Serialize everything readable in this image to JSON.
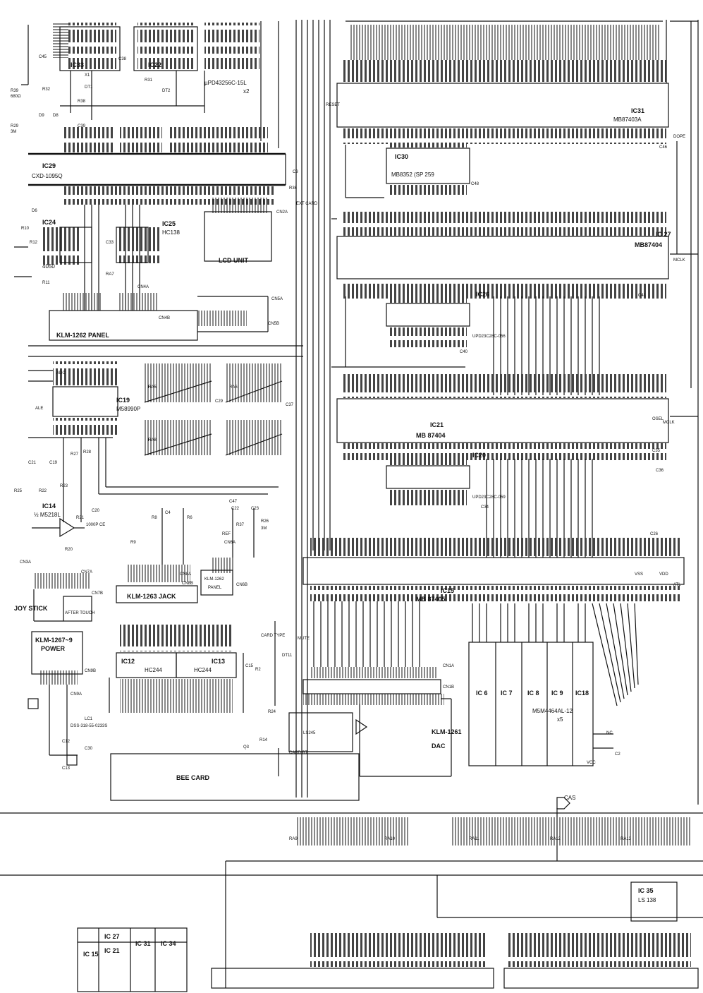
{
  "colors": {
    "ink": "#111111",
    "paper": "#ffffff"
  },
  "chips": [
    {
      "id": "ic27",
      "ref": "IC 27",
      "part": "MB87404",
      "ref_name": "ic27-ref",
      "part_name": "ic27-part"
    },
    {
      "id": "ic21",
      "ref": "IC21",
      "part": "MB 87404",
      "ref_name": "ic21-ref",
      "part_name": "ic21-part"
    },
    {
      "id": "ic15",
      "ref": "IC15",
      "part": "MB 87405",
      "ref_name": "ic15-ref",
      "part_name": "ic15-part"
    },
    {
      "id": "ic31",
      "ref": "IC31",
      "part": "MB87403A",
      "ref_name": "ic31-ref",
      "part_name": "ic31-part"
    },
    {
      "id": "ic30",
      "ref": "IC30",
      "part": "MB8352 (SP 259",
      "ref_name": "ic30-ref",
      "part_name": "ic30-part"
    },
    {
      "id": "ic26",
      "ref": "IC26",
      "part": "UPD23C28C-056",
      "ref_name": "ic26-ref",
      "part_name": "ic26-part"
    },
    {
      "id": "ic29",
      "ref": "IC29",
      "part": "CXD-1095Q",
      "ref_name": "ic29-ref",
      "part_name": "ic29-part"
    },
    {
      "id": "ic19",
      "ref": "IC19",
      "part": "M58990P",
      "ref_name": "ic19-ref",
      "part_name": "ic19-part"
    },
    {
      "id": "ic25",
      "ref": "IC25",
      "part": "HC138",
      "ref_name": "ic25-ref",
      "part_name": "ic25-part"
    },
    {
      "id": "ic24",
      "ref": "IC24",
      "part": "4050",
      "ref_name": "ic24-ref",
      "part_name": "ic24-part"
    },
    {
      "id": "ic33",
      "ref": "IC33",
      "part": "µPD43256C-15L",
      "ref_name": "ic33-ref",
      "part_name": "ic33-part"
    },
    {
      "id": "ic22",
      "ref": "IC22",
      "part": "x2",
      "ref_name": "ic22-ref",
      "part_name": "ic22-part"
    },
    {
      "id": "ic12",
      "ref": "IC12",
      "part": "HC244",
      "ref_name": "ic12-ref",
      "part_name": "ic12-part"
    },
    {
      "id": "ic13",
      "ref": "IC13",
      "part": "HC244",
      "ref_name": "ic13-ref",
      "part_name": "ic13-part"
    },
    {
      "id": "ic14",
      "ref": "IC14",
      "part": "½ M5218L",
      "ref_name": "ic14-ref",
      "part_name": "ic14-part"
    },
    {
      "id": "ic35",
      "ref": "IC 35",
      "part": "LS 138",
      "ref_name": "ic35-ref",
      "part_name": "ic35-part"
    },
    {
      "id": "ic20",
      "ref": "IC20",
      "part": "UPD23C28C-059",
      "ref_name": "ic20-ref",
      "part_name": "ic20-part"
    }
  ],
  "memory": {
    "ic6": "IC 6",
    "ic7": "IC 7",
    "ic8": "IC 8",
    "ic9": "IC 9",
    "ic18": "IC18",
    "part": "M5M4464AL-12",
    "qty": "x5"
  },
  "boards": {
    "panel_1262": "KLM-1262 PANEL",
    "jack_1263": "KLM-1263 JACK",
    "panel_1262_small": "KLM-1262",
    "panel_word": "PANEL",
    "power_1267": "KLM-1267~9",
    "power_word": "POWER",
    "dac_1261": "KLM-1261",
    "dac_word": "DAC",
    "lcd_unit": "LCD UNIT",
    "bee_card": "BEE CARD",
    "joy_stick": "JOY STICK",
    "after_touch": "AFTER TOUCH"
  },
  "connectors": {
    "cn2a": "CN2A",
    "cn4a": "CN4A",
    "cn4b": "CN4B",
    "cn5a": "CN5A",
    "cn5b": "CN5B",
    "cn6a": "CN6A",
    "cn6b": "CN6B",
    "cn7a": "CN7A",
    "cn7b": "CN7B",
    "cn8a": "CN8A",
    "cn8b": "CN8B",
    "cn9a": "CN9A",
    "cn9b": "CN9B",
    "cn1a": "CN1A",
    "cn1b": "CN1B",
    "cn3a": "CN3A"
  },
  "signals": {
    "cas": "CAS",
    "reset": "RESET",
    "mclk": "MCLK",
    "osel": "OSEL",
    "atl": "ATL",
    "vdd": "VDD",
    "vss": "VSS",
    "vcc": "VCC",
    "adc": "ADC",
    "ale": "ALE",
    "ref": "REF",
    "mute": "MUTE",
    "card_type": "CARD TYPE",
    "card_bt": "CARD BT",
    "ext_card": "EXT CARD",
    "dope": "DOPE",
    "nc": "NC",
    "ls245": "LS245"
  },
  "resistor_nets": [
    "RA5",
    "RA6",
    "RA7",
    "RA8",
    "RA9",
    "RA10",
    "RA11",
    "RA12",
    "RA13"
  ],
  "parts": {
    "r39": "R39",
    "r39_val": "680Ω",
    "r29": "R29",
    "r29_val": "3M",
    "r10": "R10",
    "r12": "R12",
    "r11": "R11",
    "r20": "R20",
    "r21": "R21",
    "r22": "R22",
    "r23": "R23",
    "r25": "R25",
    "r27": "R27",
    "r28": "R28",
    "r36": "R36",
    "r37": "R37",
    "r31": "R31",
    "r32": "R32",
    "r38": "R38",
    "c45": "C45",
    "c38": "C38",
    "c41": "C41",
    "c36": "C36",
    "c37": "C37",
    "c35": "C35",
    "c33": "C33",
    "c22": "C22",
    "c23": "C23",
    "c4": "C4",
    "c19": "C19",
    "c21": "C21",
    "c20": "C20",
    "c20_val": "1000P CE",
    "c12": "C12",
    "c13": "C13",
    "c40": "C40",
    "c34": "C34",
    "c26": "C26",
    "c2": "C2",
    "c15": "C15",
    "c46": "C46",
    "c48": "C48",
    "c3": "C3",
    "c47": "C47",
    "c39": "C39",
    "c29": "C29",
    "c30": "C30",
    "d6": "D6",
    "d9": "D9",
    "d8": "D8",
    "dt1": "DT1",
    "dt2": "DT2",
    "dt11": "DT11",
    "x1": "X1",
    "lc1": "LC1",
    "lc1_val": "DSS-318-55-0233S",
    "r8": "R8",
    "r9": "R9",
    "r6": "R6",
    "r14": "R14",
    "r24": "R24",
    "r2": "R2",
    "r26": "R26",
    "r26_val": "3M",
    "q3": "Q3"
  },
  "table": {
    "rows": [
      "IC 15",
      "IC 27",
      "IC 21",
      "IC 31",
      "IC 34"
    ]
  }
}
